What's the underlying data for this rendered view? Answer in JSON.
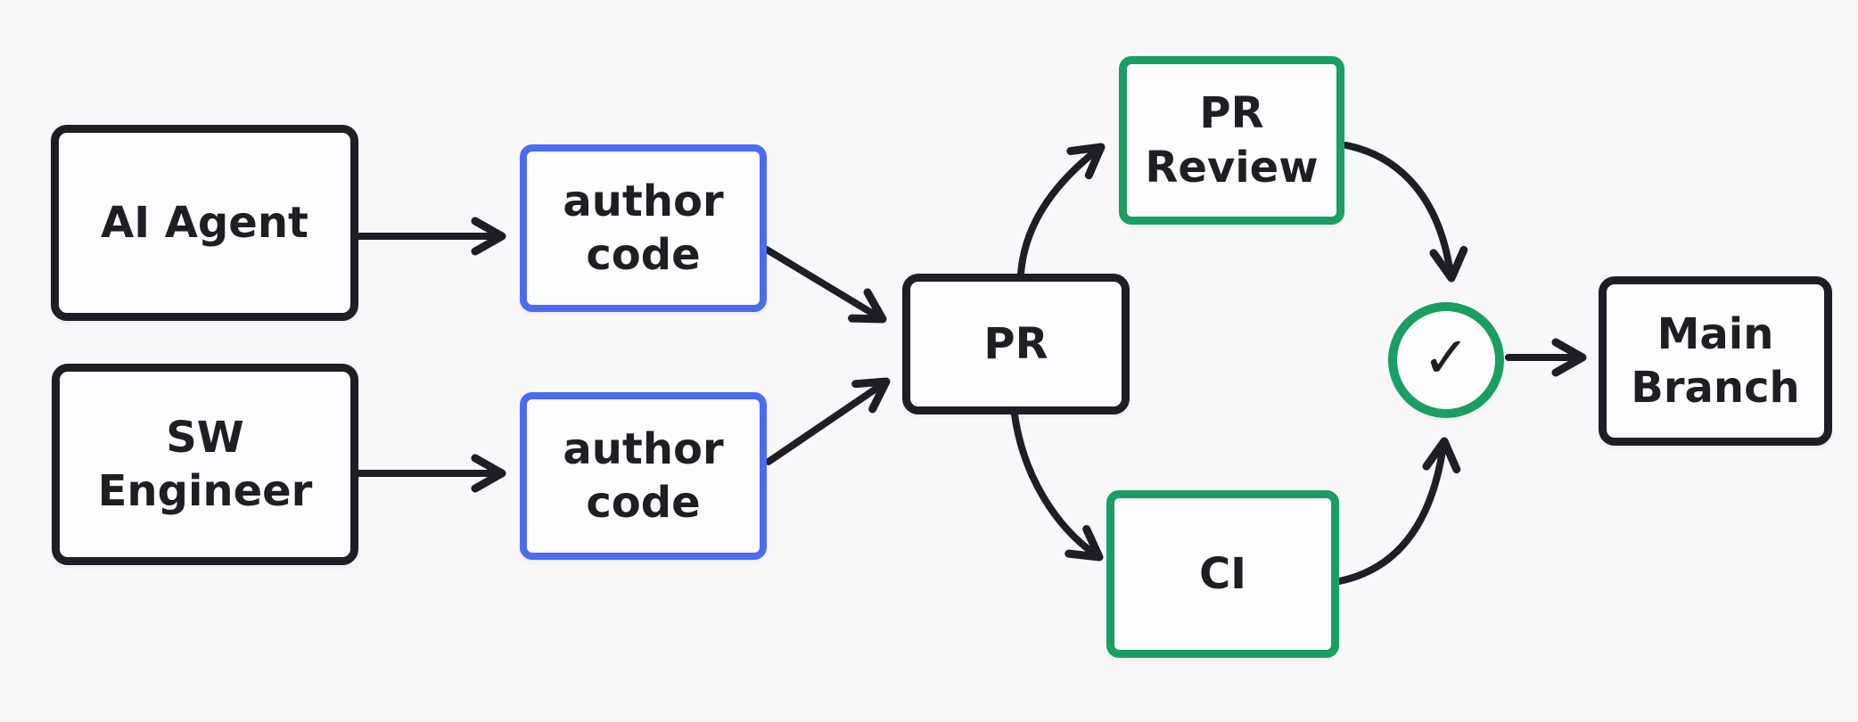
{
  "canvas": {
    "background": "#f8f8fb"
  },
  "colors": {
    "stroke_dark": "#1e1e26",
    "accent_blue": "#4b6bf0",
    "accent_green": "#1a9e63",
    "node_fill": "#fdfdff"
  },
  "nodes": {
    "ai_agent": {
      "label": "AI Agent"
    },
    "sw_engineer": {
      "label": "SW\nEngineer"
    },
    "author_code_1": {
      "label": "author\ncode"
    },
    "author_code_2": {
      "label": "author\ncode"
    },
    "pr": {
      "label": "PR"
    },
    "pr_review": {
      "label": "PR\nReview"
    },
    "ci": {
      "label": "CI"
    },
    "approval_check": {
      "symbol": "✓"
    },
    "main_branch": {
      "label": "Main\nBranch"
    }
  },
  "edges": [
    {
      "from": "AI Agent",
      "to": "author code (top)"
    },
    {
      "from": "SW Engineer",
      "to": "author code (bottom)"
    },
    {
      "from": "author code (top)",
      "to": "PR"
    },
    {
      "from": "author code (bottom)",
      "to": "PR"
    },
    {
      "from": "PR",
      "to": "PR Review"
    },
    {
      "from": "PR",
      "to": "CI"
    },
    {
      "from": "PR Review",
      "to": "approval check"
    },
    {
      "from": "CI",
      "to": "approval check"
    },
    {
      "from": "approval check",
      "to": "Main Branch"
    }
  ]
}
